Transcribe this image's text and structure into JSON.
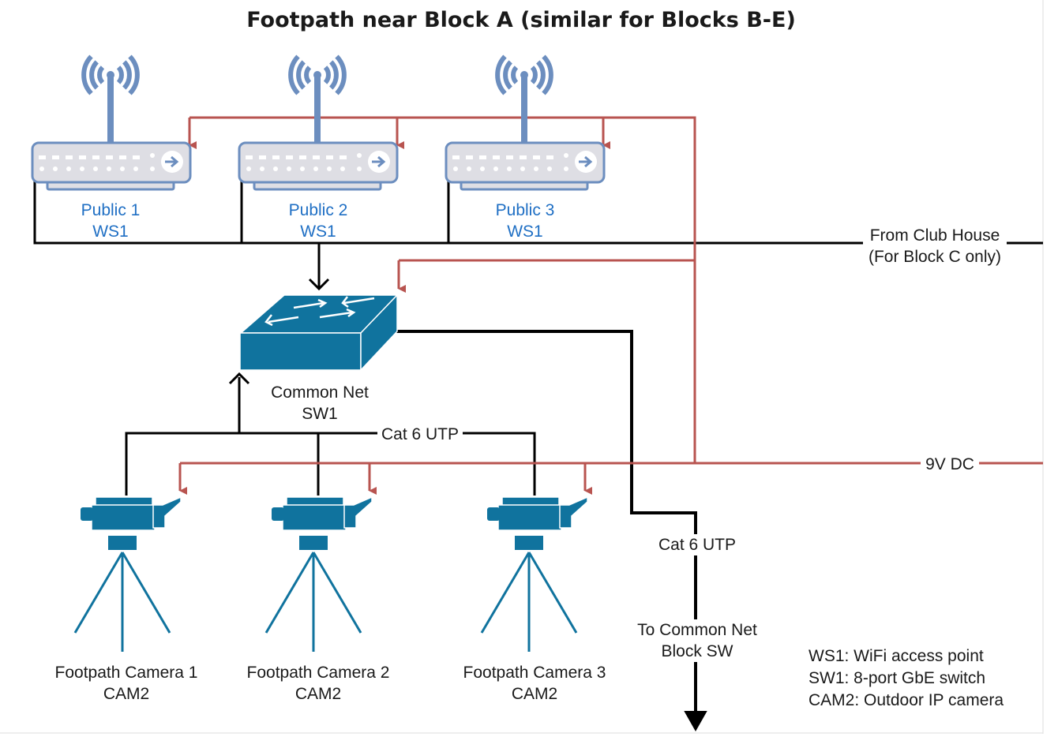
{
  "title": "Footpath near Block A (similar for Blocks B-E)",
  "colors": {
    "data_cable": "#000000",
    "power_cable": "#b85450",
    "device_blue": "#10739e",
    "ap_gray": "#dedee4",
    "ap_stroke": "#6c8ebf",
    "label_blue": "#1f6fc4",
    "frame": "#dddddd"
  },
  "access_points": [
    {
      "name": "Public 1",
      "model": "WS1",
      "icon": "wifi-router-icon"
    },
    {
      "name": "Public 2",
      "model": "WS1",
      "icon": "wifi-router-icon"
    },
    {
      "name": "Public 3",
      "model": "WS1",
      "icon": "wifi-router-icon"
    }
  ],
  "switch": {
    "name": "Common Net",
    "model": "SW1",
    "icon": "network-switch-icon"
  },
  "cameras": [
    {
      "name": "Footpath Camera 1",
      "model": "CAM2",
      "icon": "security-camera-icon"
    },
    {
      "name": "Footpath Camera 2",
      "model": "CAM2",
      "icon": "security-camera-icon"
    },
    {
      "name": "Footpath Camera 3",
      "model": "CAM2",
      "icon": "security-camera-icon"
    }
  ],
  "edge_labels": {
    "uplink_line1": "From Club House",
    "uplink_line2": "(For Block C only)",
    "camera_bus": "Cat 6 UTP",
    "power": "9V DC",
    "downlink_cable": "Cat 6 UTP",
    "downlink_target_line1": "To Common Net",
    "downlink_target_line2": "Block SW"
  },
  "legend": [
    "WS1: WiFi access point",
    "SW1: 8-port GbE switch",
    "CAM2: Outdoor IP camera"
  ]
}
